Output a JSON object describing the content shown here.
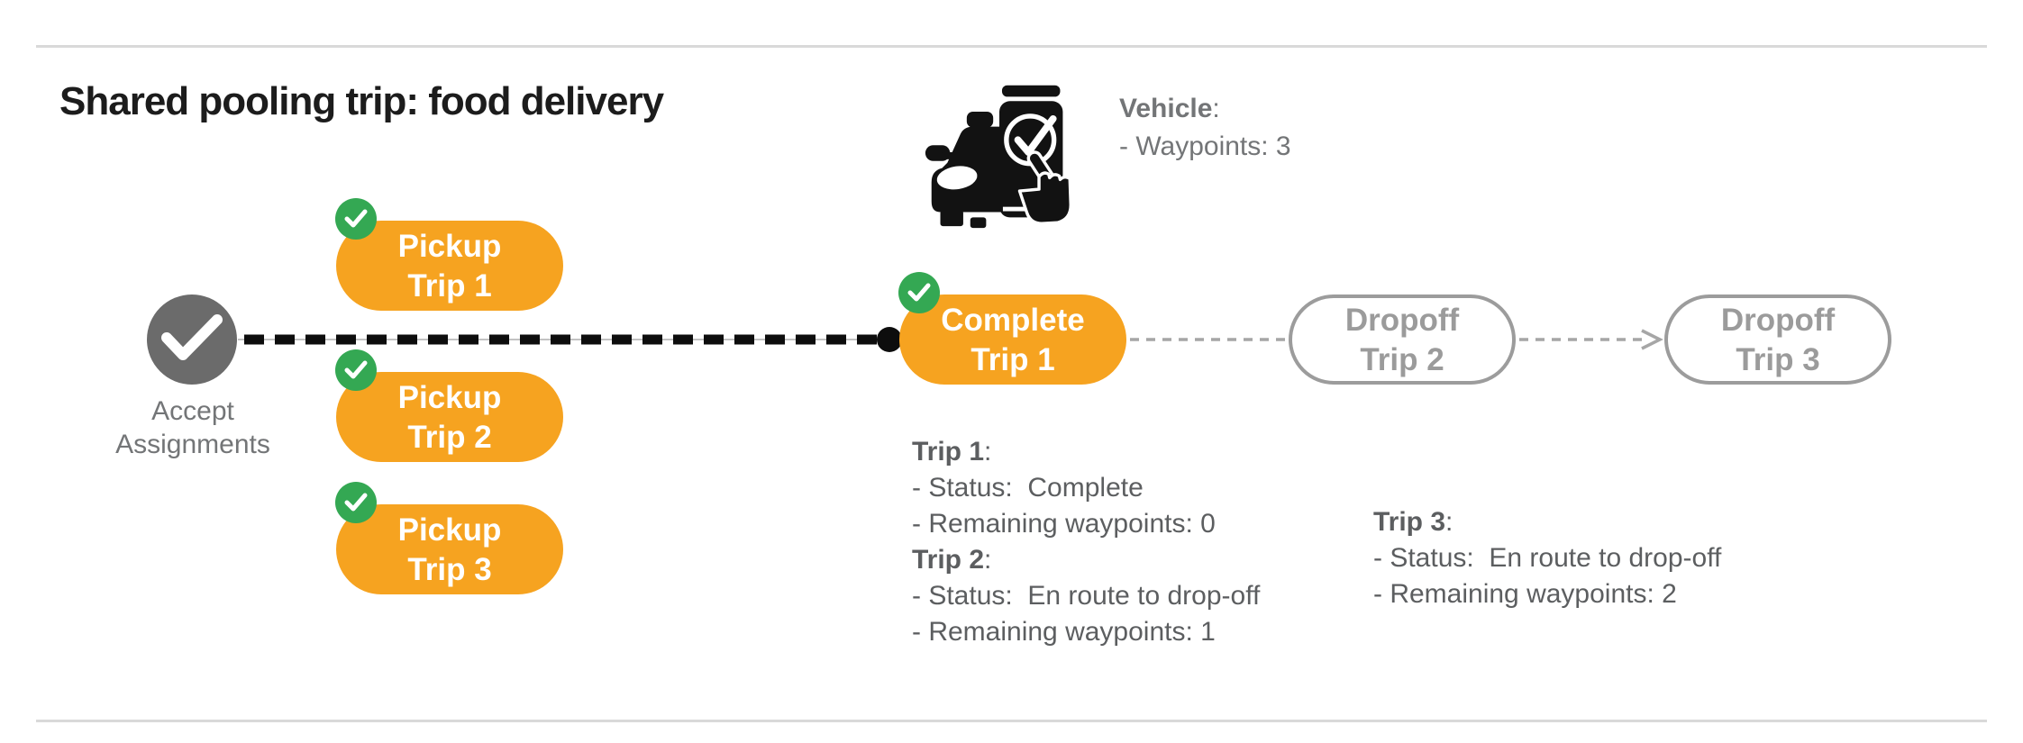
{
  "title": "Shared pooling trip: food delivery",
  "ui": {
    "colon": ":"
  },
  "colors": {
    "orange": "#F6A320",
    "green": "#34A853",
    "gray_node": "#6B6B6B",
    "gray_outline": "#9C9C9C",
    "text_dark": "#1C1C1C",
    "text_gray": "#5C5E60",
    "label_gray": "#737577",
    "rule_gray": "#D9D9D9",
    "connector_black": "#0D0D0D",
    "connector_gray": "#A6A6A6"
  },
  "vehicle": {
    "label": "Vehicle",
    "waypoints_line": "- Waypoints: 3"
  },
  "flow": {
    "start": {
      "line1": "Accept",
      "line2": "Assignments"
    },
    "pickups": [
      {
        "line1": "Pickup",
        "line2": "Trip 1"
      },
      {
        "line1": "Pickup",
        "line2": "Trip 2"
      },
      {
        "line1": "Pickup",
        "line2": "Trip 3"
      }
    ],
    "complete": {
      "line1": "Complete",
      "line2": "Trip 1"
    },
    "dropoffs": [
      {
        "line1": "Dropoff",
        "line2": "Trip 2"
      },
      {
        "line1": "Dropoff",
        "line2": "Trip 3"
      }
    ]
  },
  "status": {
    "left": [
      {
        "heading": "Trip 1",
        "lines": [
          "- Status:  Complete",
          "- Remaining waypoints: 0"
        ]
      },
      {
        "heading": "Trip 2",
        "lines": [
          "- Status:  En route to drop-off",
          "- Remaining waypoints: 1"
        ]
      }
    ],
    "right": [
      {
        "heading": "Trip 3",
        "lines": [
          "- Status:  En route to drop-off",
          "- Remaining waypoints: 2"
        ]
      }
    ]
  }
}
